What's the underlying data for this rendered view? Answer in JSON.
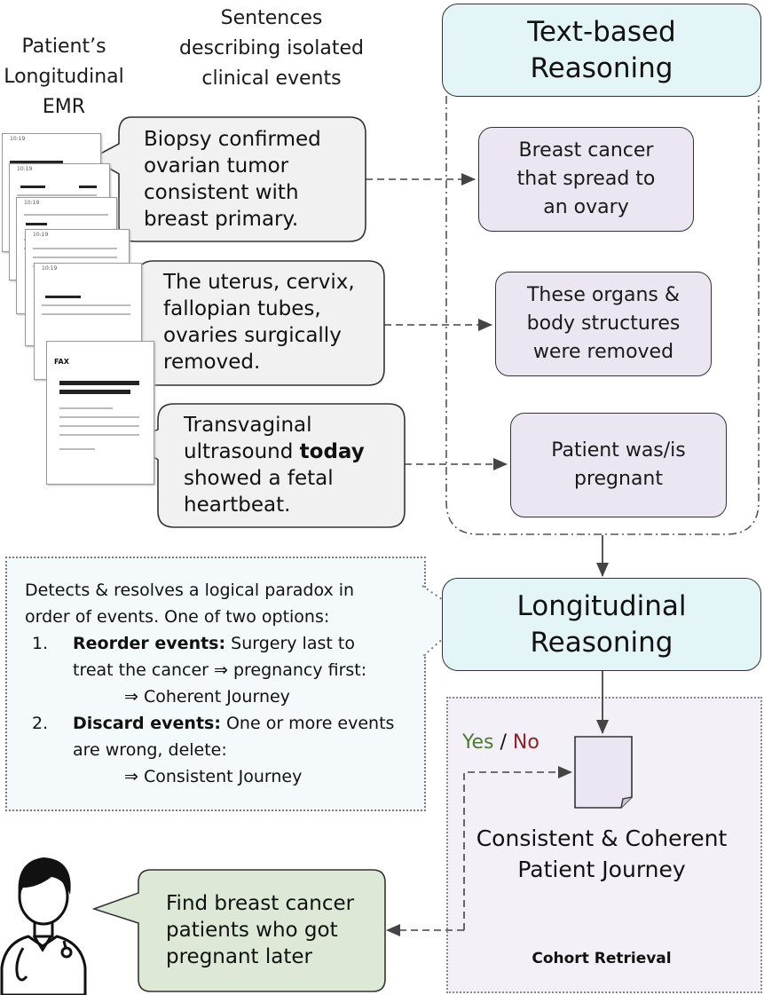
{
  "headers": {
    "emr": [
      "Patient’s",
      "Longitudinal",
      "EMR"
    ],
    "sentences": [
      "Sentences",
      "describing isolated",
      "clinical events"
    ]
  },
  "doc_labels": {
    "doc1": "10:19",
    "doc2": "10:19",
    "doc3": "10:19",
    "doc4": "10:19",
    "doc5": "10:19",
    "fax": "FAX"
  },
  "bubbles": [
    {
      "lines": [
        "Biopsy confirmed",
        "ovarian tumor",
        "consistent with",
        "breast primary."
      ]
    },
    {
      "lines": [
        "The uterus, cervix,",
        "fallopian tubes,",
        "ovaries surgically",
        "removed."
      ]
    },
    {
      "line1": "Transvaginal",
      "line2_pre": "ultrasound ",
      "line2_bold": "today",
      "line3": "showed a fetal",
      "line4": "heartbeat."
    }
  ],
  "text_reasoning": {
    "title": [
      "Text-based",
      "Reasoning"
    ],
    "boxes": [
      {
        "lines": [
          "Breast cancer",
          "that spread to",
          "an ovary"
        ]
      },
      {
        "lines": [
          "These organs &",
          "body structures",
          "were removed"
        ]
      },
      {
        "lines": [
          "Patient was/is",
          "pregnant"
        ]
      }
    ]
  },
  "longitudinal": {
    "title": [
      "Longitudinal",
      "Reasoning"
    ]
  },
  "note": {
    "intro": [
      "Detects & resolves a logical paradox in",
      "order of events. One of two options:"
    ],
    "items": [
      {
        "num": "1.",
        "bold": "Reorder events:",
        "rest": " Surgery last to",
        "line2": "treat the cancer ⇒ pregnancy first:",
        "result": "⇒ Coherent Journey"
      },
      {
        "num": "2.",
        "bold": "Discard events:",
        "rest": " One or more events",
        "line2": "are wrong, delete:",
        "result": "⇒ Consistent Journey"
      }
    ]
  },
  "cohort": {
    "yes": "Yes",
    "slash": " / ",
    "no": "No",
    "caption": [
      "Consistent & Coherent",
      "Patient Journey"
    ],
    "label": "Cohort Retrieval"
  },
  "query": {
    "lines": [
      "Find breast cancer",
      "patients who got",
      "pregnant later"
    ]
  },
  "colors": {
    "bubble_fill": "#f1f1f1",
    "reasoning_fill": "#e3f5f6",
    "event_fill": "#ece6f3",
    "note_fill": "#f4f9fb",
    "cohort_fill": "#f3f0f7",
    "query_fill": "#dde9d6",
    "yes": "#4b7a35",
    "no": "#8a2323"
  }
}
